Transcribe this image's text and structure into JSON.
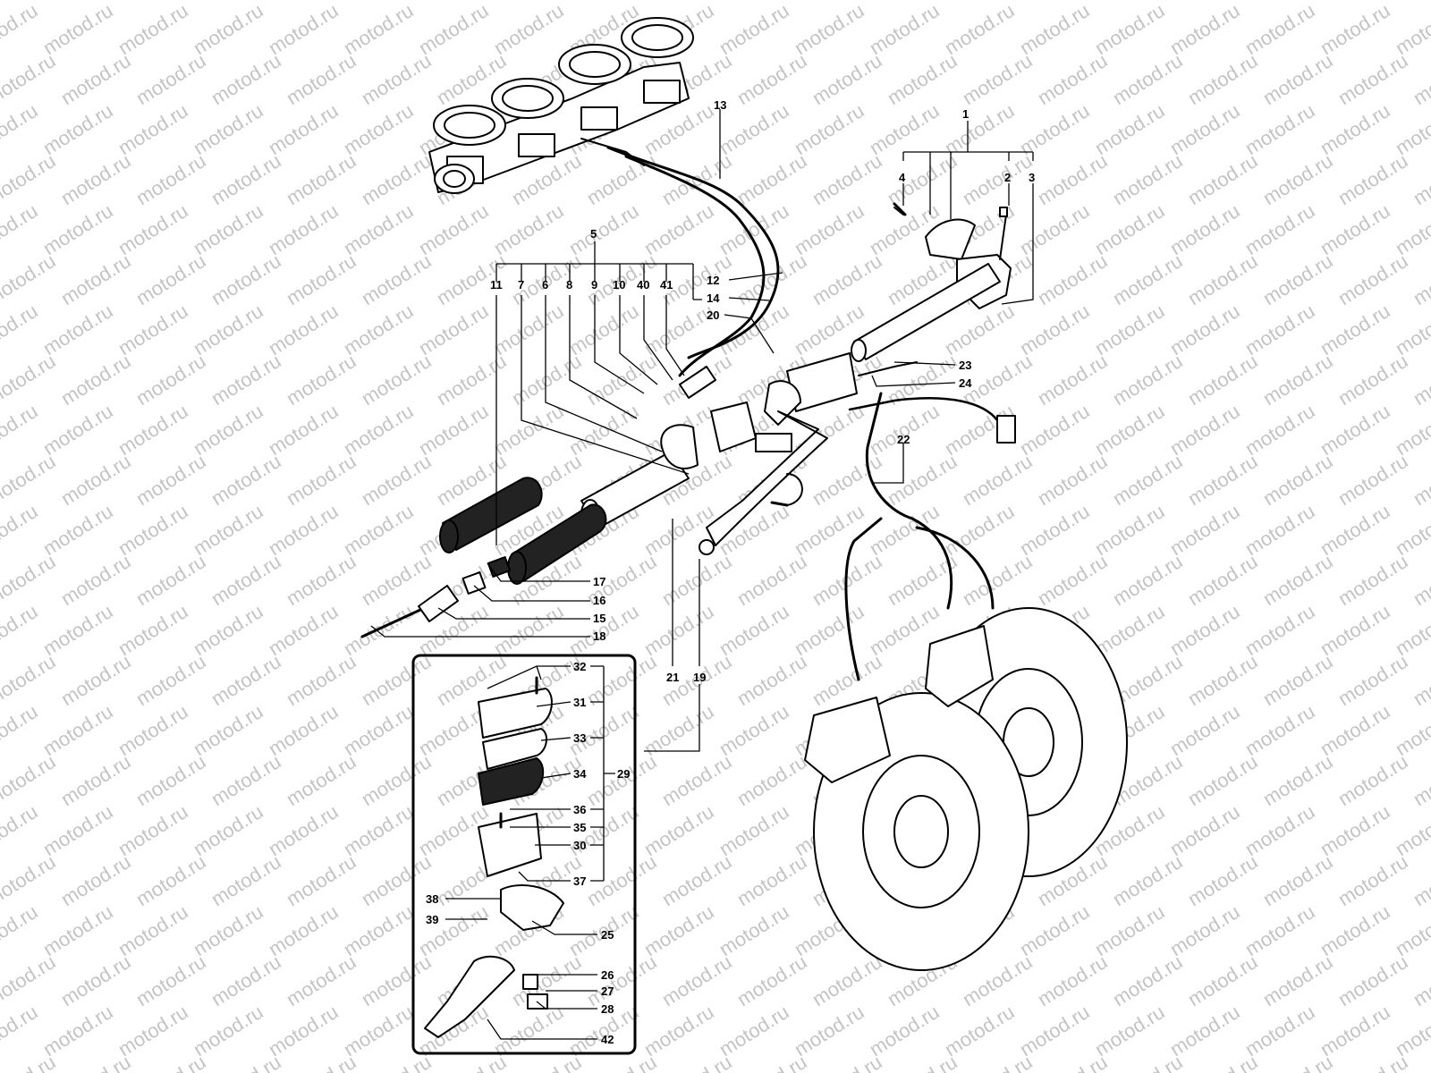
{
  "watermark": "motod.ru",
  "callouts": [
    {
      "id": "1",
      "text": "1"
    },
    {
      "id": "2",
      "text": "2"
    },
    {
      "id": "3",
      "text": "3"
    },
    {
      "id": "4",
      "text": "4"
    },
    {
      "id": "5",
      "text": "5"
    },
    {
      "id": "6",
      "text": "6"
    },
    {
      "id": "7",
      "text": "7"
    },
    {
      "id": "8",
      "text": "8"
    },
    {
      "id": "9",
      "text": "9"
    },
    {
      "id": "10",
      "text": "10"
    },
    {
      "id": "11",
      "text": "11"
    },
    {
      "id": "12",
      "text": "12"
    },
    {
      "id": "13",
      "text": "13"
    },
    {
      "id": "14",
      "text": "14"
    },
    {
      "id": "15",
      "text": "15"
    },
    {
      "id": "16",
      "text": "16"
    },
    {
      "id": "17",
      "text": "17"
    },
    {
      "id": "18",
      "text": "18"
    },
    {
      "id": "19",
      "text": "19"
    },
    {
      "id": "20",
      "text": "20"
    },
    {
      "id": "21",
      "text": "21"
    },
    {
      "id": "22",
      "text": "22"
    },
    {
      "id": "23",
      "text": "23"
    },
    {
      "id": "24",
      "text": "24"
    },
    {
      "id": "25",
      "text": "25"
    },
    {
      "id": "26",
      "text": "26"
    },
    {
      "id": "27",
      "text": "27"
    },
    {
      "id": "28",
      "text": "28"
    },
    {
      "id": "29",
      "text": "29"
    },
    {
      "id": "30",
      "text": "30"
    },
    {
      "id": "31",
      "text": "31"
    },
    {
      "id": "32",
      "text": "32"
    },
    {
      "id": "33",
      "text": "33"
    },
    {
      "id": "34",
      "text": "34"
    },
    {
      "id": "35",
      "text": "35"
    },
    {
      "id": "36",
      "text": "36"
    },
    {
      "id": "37",
      "text": "37"
    },
    {
      "id": "38",
      "text": "38"
    },
    {
      "id": "39",
      "text": "39"
    },
    {
      "id": "40",
      "text": "40"
    },
    {
      "id": "41",
      "text": "41"
    },
    {
      "id": "42",
      "text": "42"
    }
  ]
}
